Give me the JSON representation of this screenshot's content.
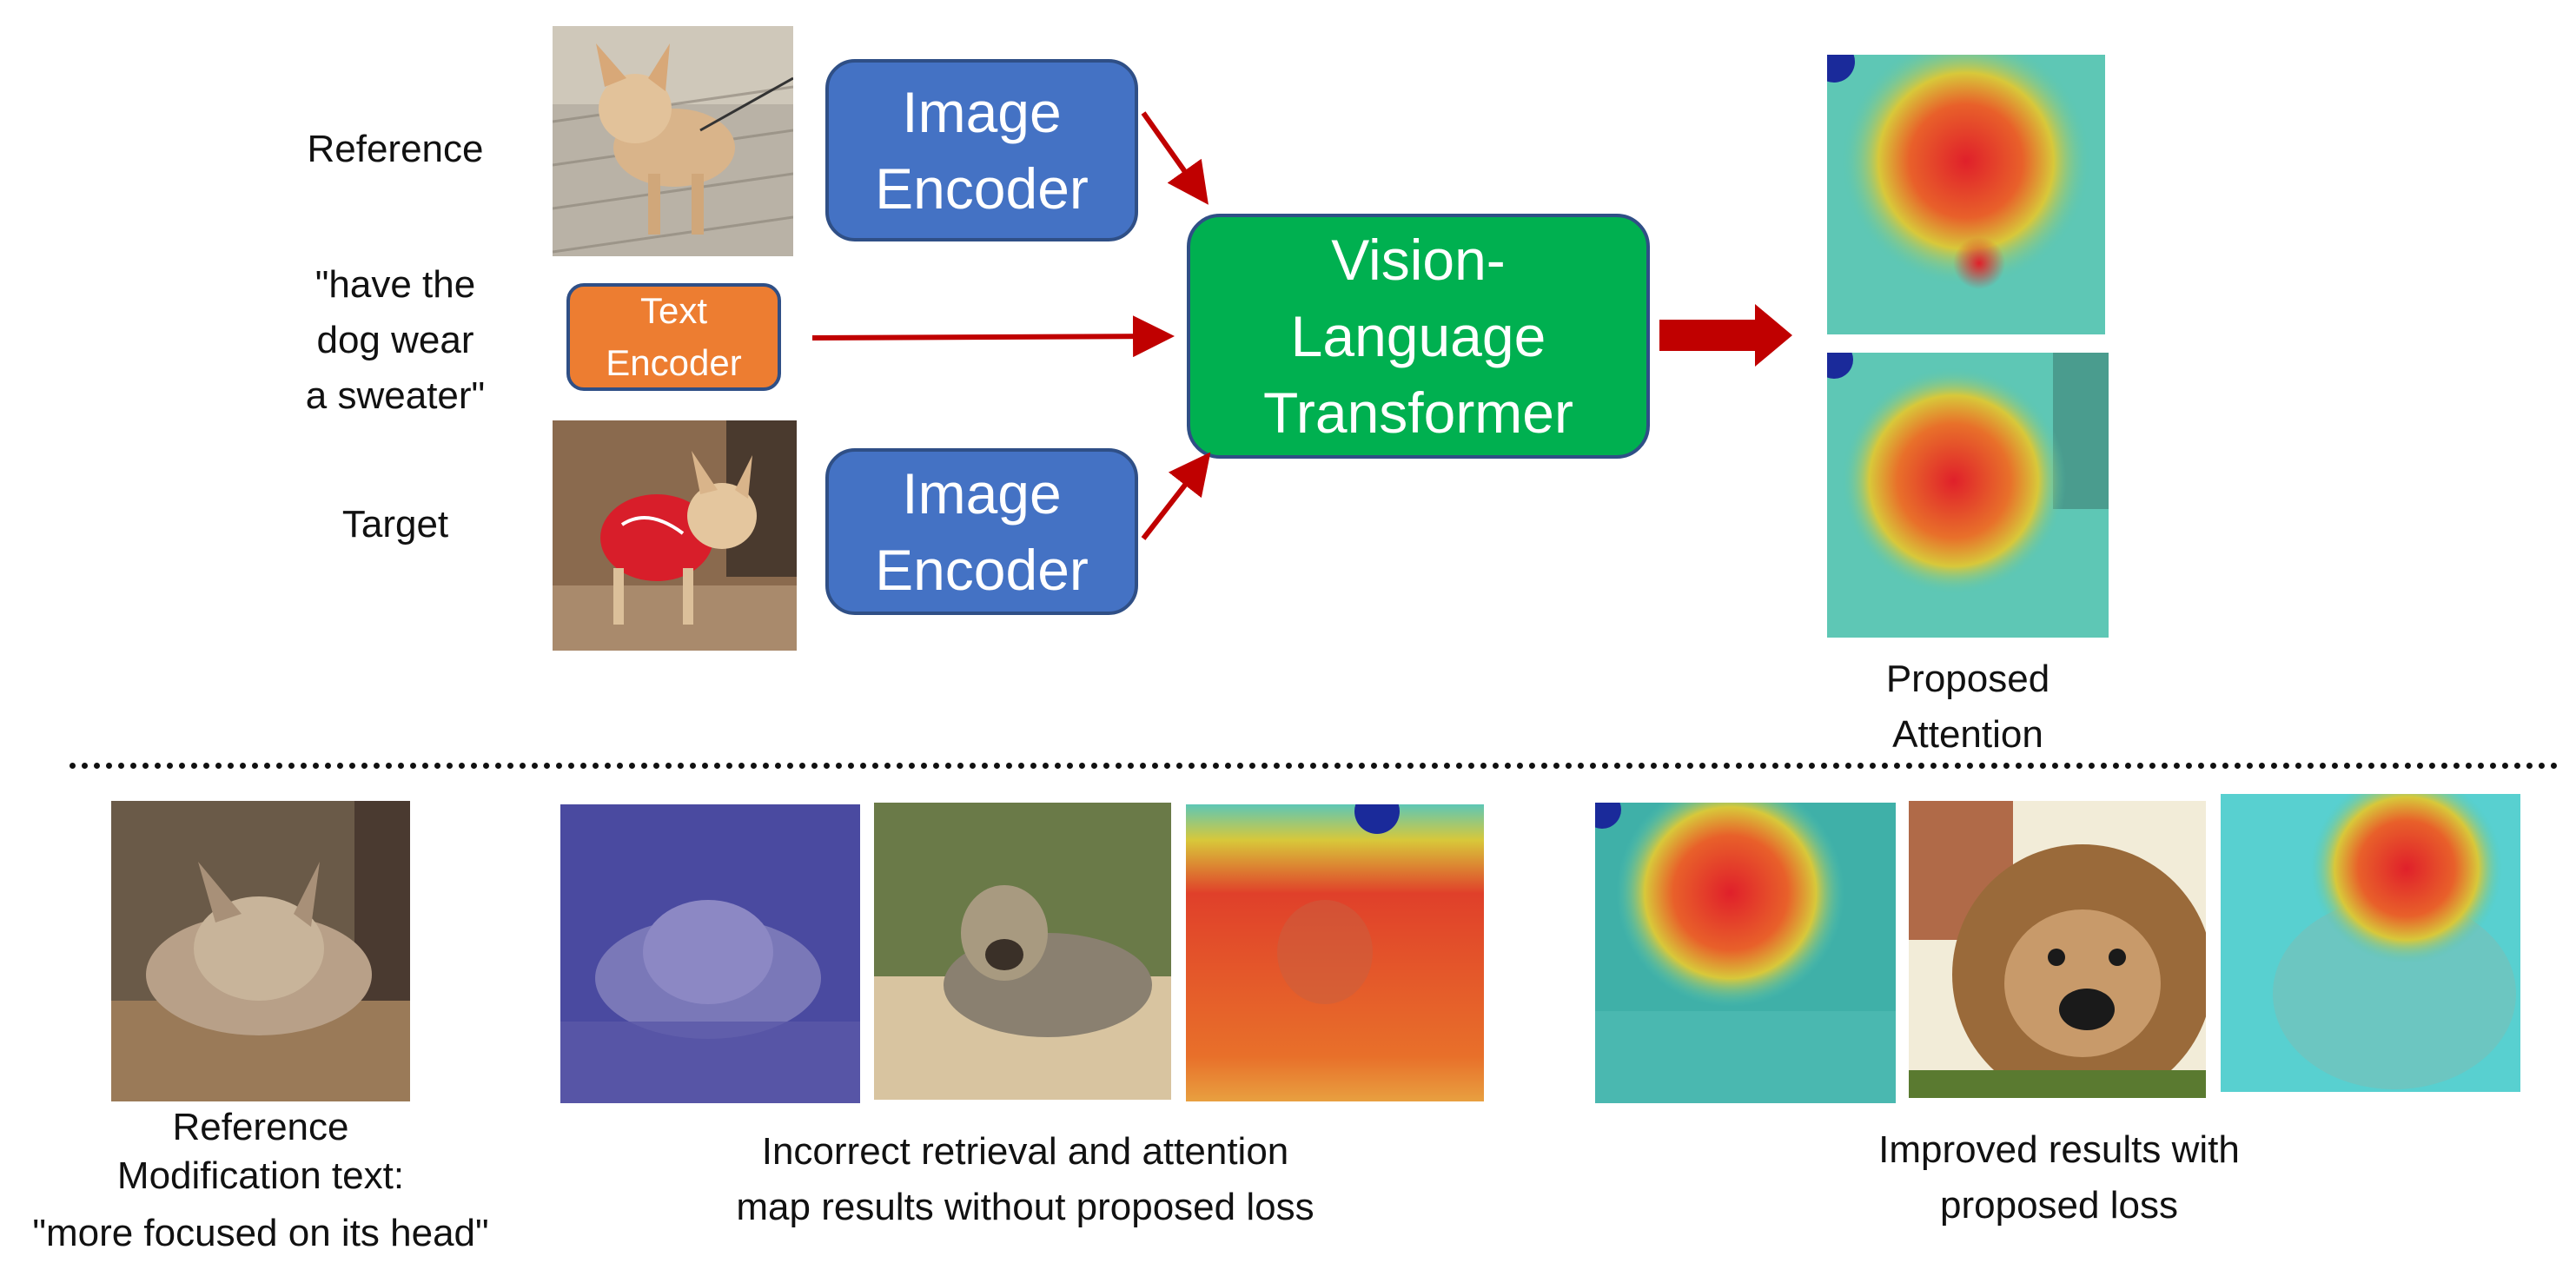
{
  "left_labels": {
    "reference": "Reference",
    "query_line1": "\"have the",
    "query_line2": "dog wear",
    "query_line3": "a sweater\"",
    "target": "Target"
  },
  "boxes": {
    "image_encoder_top_line1": "Image",
    "image_encoder_top_line2": "Encoder",
    "text_encoder_line1": "Text",
    "text_encoder_line2": "Encoder",
    "image_encoder_bottom_line1": "Image",
    "image_encoder_bottom_line2": "Encoder",
    "vlt_line1": "Vision-",
    "vlt_line2": "Language",
    "vlt_line3": "Transformer"
  },
  "proposed_attention": {
    "line1": "Proposed",
    "line2": "Attention"
  },
  "bottom": {
    "reference_caption_line1": "Reference",
    "reference_caption_line2": "Modification text:",
    "reference_caption_line3": "\"more focused on its head\"",
    "incorrect_caption_line1": "Incorrect retrieval and attention",
    "incorrect_caption_line2": "map results without proposed loss",
    "improved_caption_line1": "Improved results with",
    "improved_caption_line2": "proposed loss"
  },
  "colors": {
    "image_encoder": "#4472c4",
    "text_encoder": "#ed7d31",
    "vlt": "#00b050",
    "arrow": "#c00000",
    "border": "#2f4f86"
  }
}
